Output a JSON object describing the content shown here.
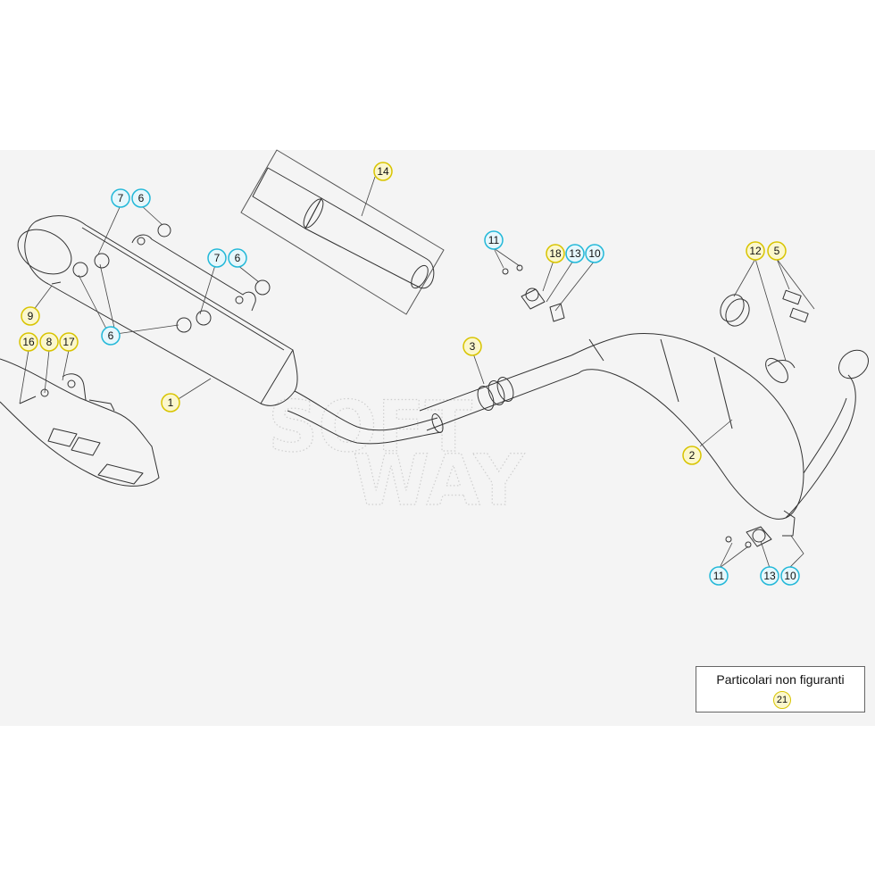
{
  "watermark": {
    "line1": "SOFT",
    "line2": "WAY"
  },
  "colors": {
    "yellow_ring": "#d8c400",
    "yellow_fill": "#fbf7cc",
    "cyan_ring": "#22b8d8",
    "cyan_fill": "#e6f7fc",
    "line": "#333333"
  },
  "legend": {
    "title": "Particolari non figuranti",
    "number": "21"
  },
  "callouts": [
    {
      "id": "c14",
      "label": "14",
      "ring": "yellow"
    },
    {
      "id": "c7a",
      "label": "7",
      "ring": "cyan"
    },
    {
      "id": "c6a",
      "label": "6",
      "ring": "cyan"
    },
    {
      "id": "c7b",
      "label": "7",
      "ring": "cyan"
    },
    {
      "id": "c6b",
      "label": "6",
      "ring": "cyan"
    },
    {
      "id": "c9",
      "label": "9",
      "ring": "yellow"
    },
    {
      "id": "c6c",
      "label": "6",
      "ring": "cyan"
    },
    {
      "id": "c16",
      "label": "16",
      "ring": "yellow"
    },
    {
      "id": "c8",
      "label": "8",
      "ring": "yellow"
    },
    {
      "id": "c17",
      "label": "17",
      "ring": "yellow"
    },
    {
      "id": "c1",
      "label": "1",
      "ring": "yellow"
    },
    {
      "id": "c11a",
      "label": "11",
      "ring": "cyan"
    },
    {
      "id": "c18",
      "label": "18",
      "ring": "yellow"
    },
    {
      "id": "c13a",
      "label": "13",
      "ring": "cyan"
    },
    {
      "id": "c10a",
      "label": "10",
      "ring": "cyan"
    },
    {
      "id": "c3",
      "label": "3",
      "ring": "yellow"
    },
    {
      "id": "c12",
      "label": "12",
      "ring": "yellow"
    },
    {
      "id": "c5",
      "label": "5",
      "ring": "yellow"
    },
    {
      "id": "c2",
      "label": "2",
      "ring": "yellow"
    },
    {
      "id": "c11b",
      "label": "11",
      "ring": "cyan"
    },
    {
      "id": "c13b",
      "label": "13",
      "ring": "cyan"
    },
    {
      "id": "c10b",
      "label": "10",
      "ring": "cyan"
    }
  ]
}
